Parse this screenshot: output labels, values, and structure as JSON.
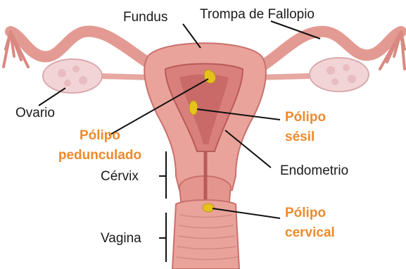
{
  "labels": {
    "fundus": "Fundus",
    "fallopian_tube": "Trompa de Fallopio",
    "ovary": "Ovario",
    "pedunculated_polyp": [
      "Pólipo",
      "pedunculado"
    ],
    "sessile_polyp": [
      "Pólipo",
      "sésil"
    ],
    "endometrium": "Endometrio",
    "cervix": "Cérvix",
    "cervical_polyp": [
      "Pólipo",
      "cervical"
    ],
    "vagina": "Vagina"
  },
  "colors": {
    "tissue": "#e9a39a",
    "tissue_dark": "#c9706c",
    "lining": "#d9807d",
    "ovary": "#f2d4d6",
    "polyp": "#e6c21b",
    "highlight_label": "#ee8a2c"
  }
}
